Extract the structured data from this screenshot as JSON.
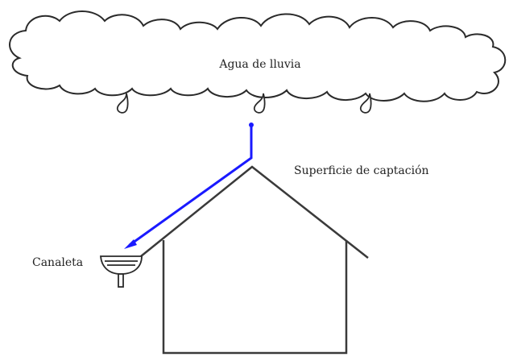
{
  "labels": {
    "cloud": "Agua de lluvia",
    "roof": "Superficie de captación",
    "gutter": "Canaleta"
  },
  "colors": {
    "stroke": "#3a3a3a",
    "flow_arrow": "#1a1aff",
    "background": "#ffffff"
  }
}
